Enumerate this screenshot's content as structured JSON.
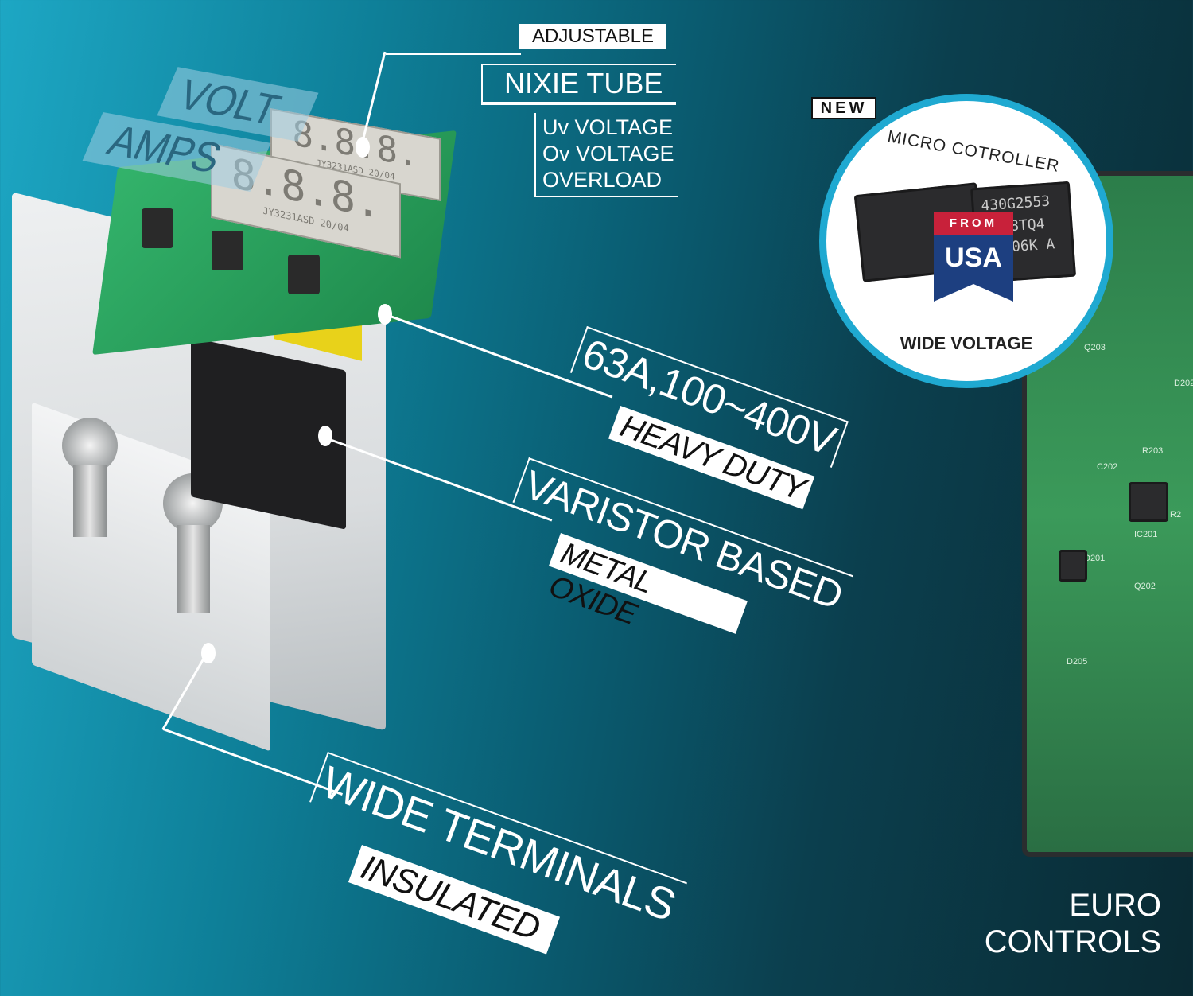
{
  "callouts": {
    "adjustable": "ADJUSTABLE",
    "nixie_tube": "NIXIE TUBE",
    "protections": [
      "Uv VOLTAGE",
      "Ov VOLTAGE",
      "OVERLOAD"
    ],
    "rating": "63A,100~400V",
    "rating_sub": "HEAVY DUTY",
    "varistor": "VARISTOR BASED",
    "varistor_sub": "METAL OXIDE",
    "terminals": "WIDE TERMINALS",
    "terminals_sub": "INSULATED",
    "volt": "VOLT",
    "amps": "AMPS"
  },
  "display": {
    "upper_model": "JY3231ASD 20/04",
    "lower_model": "JY3231ASD 20/04",
    "digits": "8.8.8."
  },
  "badge": {
    "new": "NEW",
    "title": "MICRO COTROLLER",
    "from": "FROM",
    "usa": "USA",
    "chip_text": [
      "430G2553",
      "58TQ4",
      "C06K A"
    ],
    "footer": "WIDE VOLTAGE"
  },
  "pcb_labels": [
    "Q203",
    "D202",
    "R203",
    "C202",
    "IC201",
    "D201",
    "Q202",
    "D205",
    "R2"
  ],
  "brand": [
    "EURO",
    "CONTROLS"
  ],
  "colors": {
    "accent_ring": "#1fa9d1",
    "usa_red": "#c8213a",
    "usa_blue": "#1d3f80"
  }
}
